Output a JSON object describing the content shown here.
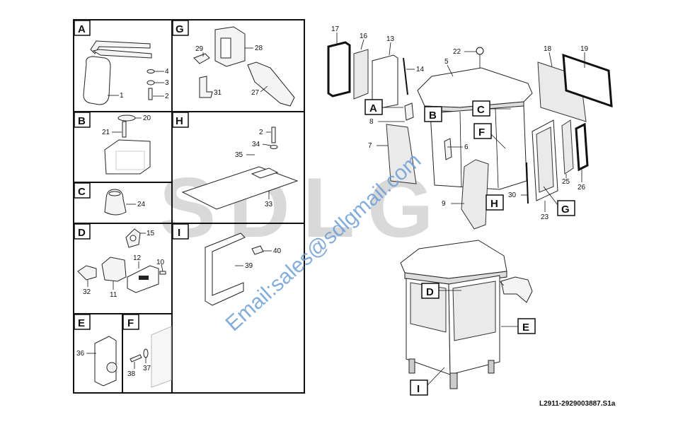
{
  "watermark": {
    "brand": "SDLG",
    "email": "Email:sales@sdlgmail.com",
    "brand_color": "#d9d9d9",
    "email_color": "#6f9fd6"
  },
  "drawing_code": "L2911-2929003887.S1a",
  "panels": {
    "A": {
      "label": "A",
      "parts": [
        "4",
        "3",
        "2",
        "1"
      ]
    },
    "G": {
      "label": "G",
      "parts": [
        "28",
        "29",
        "31",
        "27"
      ]
    },
    "B": {
      "label": "B",
      "parts": [
        "20",
        "21"
      ]
    },
    "H": {
      "label": "H",
      "parts": [
        "2",
        "34",
        "35",
        "33"
      ]
    },
    "C": {
      "label": "C",
      "parts": [
        "24"
      ]
    },
    "D": {
      "label": "D",
      "parts": [
        "15",
        "12",
        "10",
        "32",
        "11"
      ]
    },
    "I": {
      "label": "I",
      "parts": [
        "40",
        "39"
      ]
    },
    "E": {
      "label": "E",
      "parts": [
        "36"
      ]
    },
    "F": {
      "label": "F",
      "parts": [
        "38",
        "37"
      ]
    }
  },
  "main_callouts": [
    "17",
    "16",
    "13",
    "22",
    "14",
    "5",
    "18",
    "19",
    "8",
    "7",
    "6",
    "9",
    "25",
    "26",
    "30",
    "23"
  ],
  "main_refs": [
    "A",
    "B",
    "C",
    "F",
    "H",
    "G",
    "D",
    "E",
    "I"
  ]
}
